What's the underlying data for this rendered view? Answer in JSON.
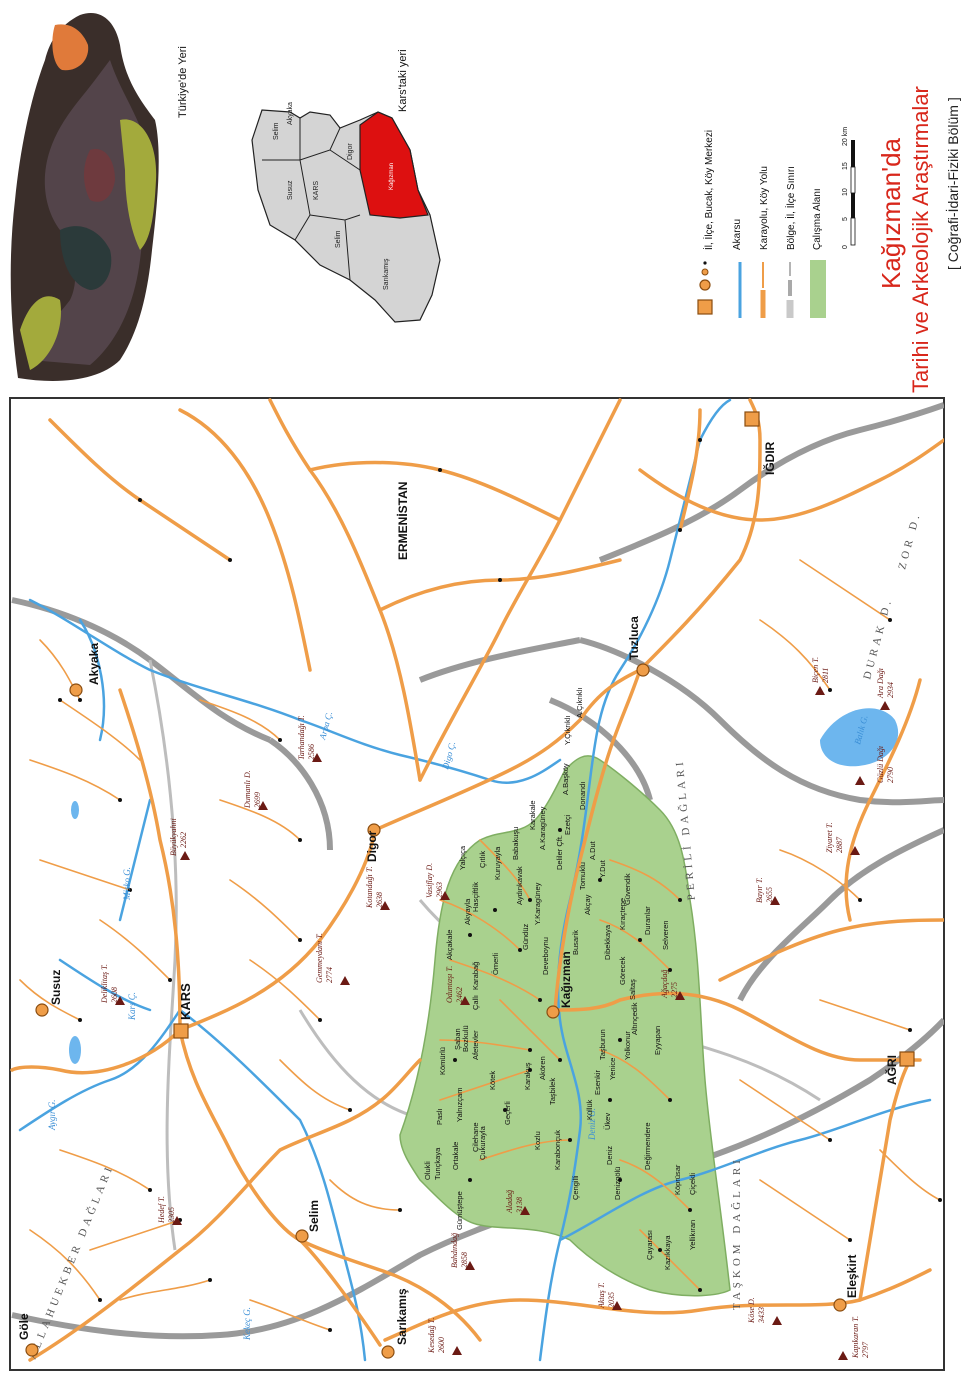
{
  "colors": {
    "road": "#ef9d48",
    "river": "#4aa3e0",
    "border": "#9a9a9a",
    "study_area": "#a9d18e",
    "title_red": "#d8271b",
    "kagizman_red": "#e01010",
    "peak_marker": "#6b1a14"
  },
  "inset_turkey": {
    "label": "Türkiye'de Yeri"
  },
  "inset_kars": {
    "label": "Kars'taki yeri",
    "districts": [
      "Selim",
      "Akyaka",
      "Susuz",
      "KARS",
      "Digor",
      "Kağızman",
      "Selim",
      "Sarıkamış"
    ]
  },
  "legend": {
    "items": [
      "İl, İlçe, Bucak, Köy Merkezi",
      "Akarsu",
      "Karayolu, Köy Yolu",
      "Bölge, İl, İlçe Sınırı",
      "Çalışma Alanı"
    ],
    "scale": [
      "0",
      "5",
      "10",
      "15",
      "20 km"
    ]
  },
  "title": {
    "line1": "Kağızman'da",
    "line2": "Tarihi ve Arkeolojik Araştırmalar",
    "line3": "[ Coğrafi-İdari-Fiziki Bölüm ]"
  },
  "map": {
    "cities": [
      "Göle",
      "Susuz",
      "Akyaka",
      "KARS",
      "Selim",
      "Sarıkamış",
      "Digor",
      "Kağızman",
      "Tuzluca",
      "IĞDIR",
      "AĞRI",
      "Eleşkirt"
    ],
    "countries": [
      "ERMENİSTAN"
    ],
    "ranges": [
      "ALLAHUEKBER DAĞLARI",
      "TAŞKOM DAĞLARI",
      "PERİLİ DAĞLARI",
      "DURAK D.",
      "ZOR D."
    ],
    "rivers": [
      "Aygır G.",
      "Kars Ç.",
      "Misko G.",
      "Arpa Ç.",
      "Digo Ç.",
      "Balık G.",
      "Kekeç G.",
      "Deniz G."
    ],
    "peaks": [
      {
        "name": "Büyükyahni",
        "alt": "2262"
      },
      {
        "name": "Dumanlı D.",
        "alt": "2699"
      },
      {
        "name": "Tarhandağı T.",
        "alt": "2586"
      },
      {
        "name": "Deliklitaş T.",
        "alt": "2608"
      },
      {
        "name": "Hedef T.",
        "alt": "2305"
      },
      {
        "name": "Bahdındağ",
        "alt": "2858"
      },
      {
        "name": "Kesedağ T.",
        "alt": "2600"
      },
      {
        "name": "Aktaş T.",
        "alt": "2035"
      },
      {
        "name": "Gemmeydanı T.",
        "alt": "2774"
      },
      {
        "name": "Kotandağı T.",
        "alt": "2638"
      },
      {
        "name": "Vasiflay D.",
        "alt": "2963"
      },
      {
        "name": "Oduntaşı T.",
        "alt": "2462"
      },
      {
        "name": "Aladağ",
        "alt": "3138"
      },
      {
        "name": "Ağaçdağ",
        "alt": "2275"
      },
      {
        "name": "Bayır T.",
        "alt": "2655"
      },
      {
        "name": "Ziyaret T.",
        "alt": "2887"
      },
      {
        "name": "Güzlü Dağı",
        "alt": "2790"
      },
      {
        "name": "Biçen T.",
        "alt": "2811"
      },
      {
        "name": "Ara Dağı",
        "alt": "2934"
      },
      {
        "name": "Köse D.",
        "alt": "3433"
      },
      {
        "name": "Kapıkaran T.",
        "alt": "2797"
      }
    ],
    "villages": [
      "Olukli",
      "Tunçkaya",
      "Paslı",
      "Kömürlü",
      "Şaban",
      "Ortakale",
      "Yalnızçam",
      "Bozkulü",
      "Çilehane",
      "Kötek",
      "Afetevler",
      "Çallı",
      "Karabağ",
      "Ömerli",
      "Akçakale",
      "Akyayla",
      "Yalçıça",
      "Çıtlık",
      "Kuruyayla",
      "Hasçiftlik",
      "Gümüştepe",
      "Çukurayla",
      "Geçerli",
      "Karakuş",
      "Akören",
      "Taşbilek",
      "Karabonçuk",
      "Kozlu",
      "Çengilli",
      "Esenkir",
      "Küllük",
      "Yenice",
      "Taşburun",
      "Yolkonur",
      "Altınçedik",
      "Eyyapan",
      "Saltaş",
      "Görecek",
      "Dibekkaya",
      "Kıraçtepe",
      "Güvendik",
      "Duranlar",
      "Selveren",
      "Deveboynu",
      "Busarik",
      "Akçay",
      "Tomuklu",
      "A.Dut",
      "Y.Dut",
      "Gündüz",
      "Aydınkavak",
      "Babakuşu",
      "Karakale",
      "A.Karagüney",
      "Y.Karagüney",
      "Deliler Çft.",
      "Ezetçi",
      "Donandı",
      "A.Başköy",
      "Y.Çıkrıklı",
      "A.Çıkrıklı",
      "Deniz",
      "Denizgölü",
      "Değirmendere",
      "Ükev",
      "Çayarası",
      "Köprüsar",
      "Kazıkkaya",
      "Çiçekli",
      "Yellikıran"
    ]
  }
}
